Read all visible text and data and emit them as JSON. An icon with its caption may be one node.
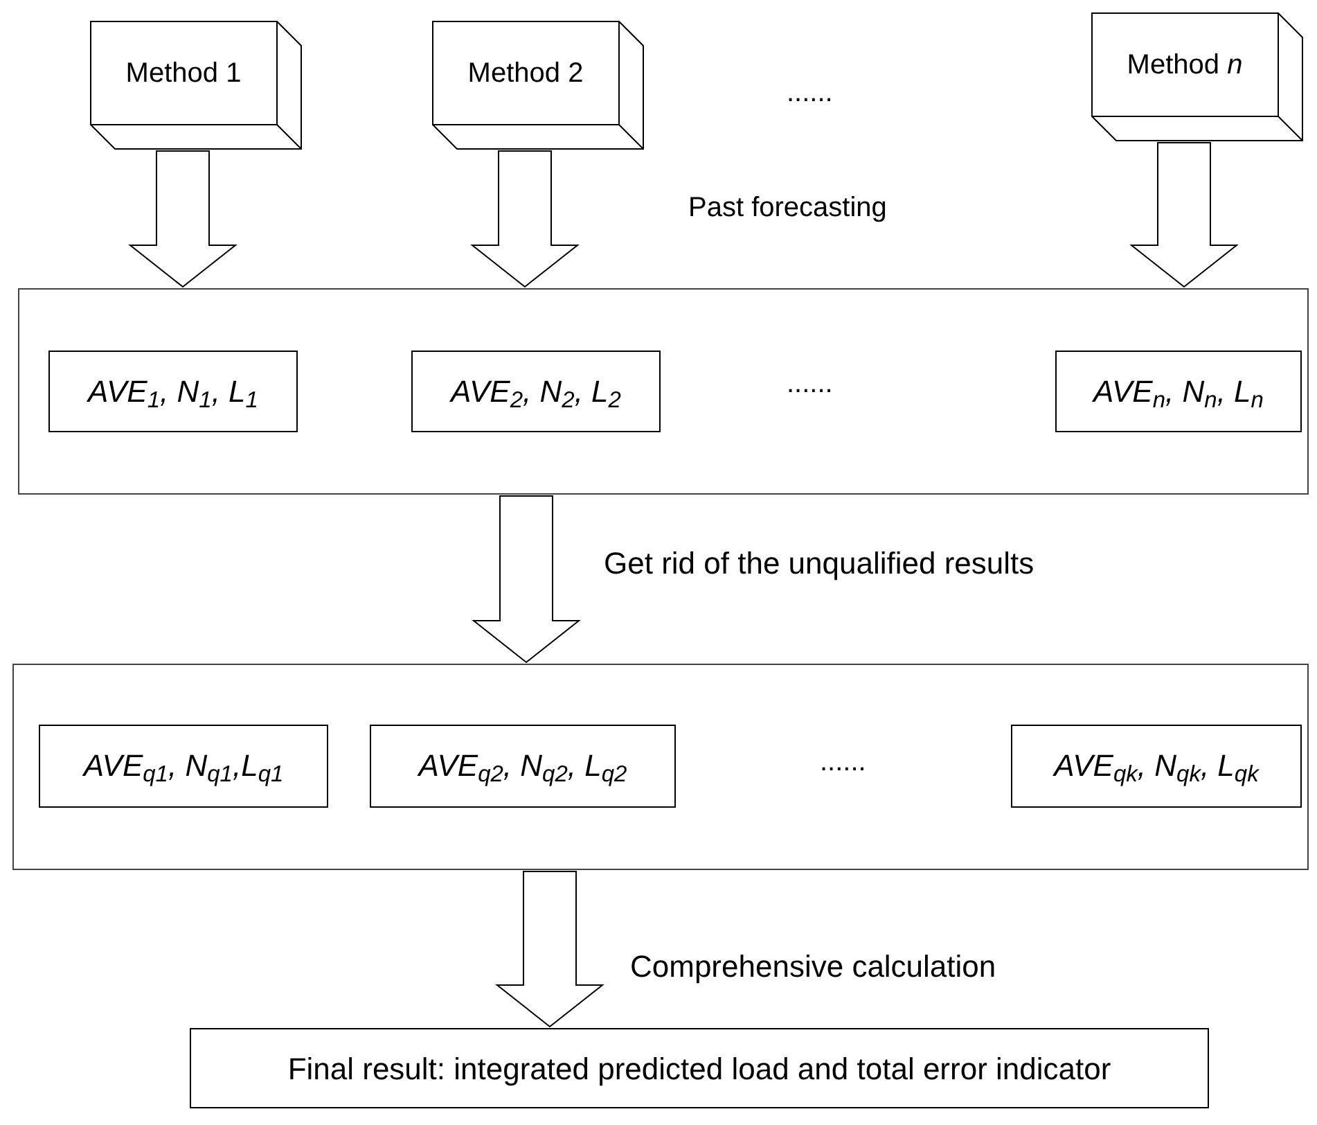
{
  "diagram": {
    "nodes": [
      {
        "text": [
          "Method 1"
        ]
      },
      {
        "text": [
          "Method 2"
        ]
      },
      {
        "text": [
          "Method *n*"
        ]
      },
      {
        "text": [],
        "shape": "box"
      },
      {
        "text": [
          "AVE$_{1}$, N$_{1}$, L$_{1}$"
        ],
        "in": 3
      },
      {
        "text": [
          "AVE$_{2}$, N$_{2}$, L$_{2}$"
        ],
        "in": 3
      },
      {
        "text": [
          "AVE$_{n}$, N$_{n}$, L$_{n}$"
        ],
        "in": 3
      },
      {
        "text": [],
        "shape": "box"
      },
      {
        "text": [
          "AVE$_{q1}$, N$_{q1}$,L$_{q1}$"
        ],
        "in": 7
      },
      {
        "text": [
          "AVE$_{q2}$, N$_{q2}$, L$_{q2}$"
        ],
        "in": 7
      },
      {
        "text": [
          "AVE$_{qk}$, N$_{qk}$, L$_{qk}$"
        ],
        "in": 7
      },
      {
        "text": [
          "Final result: integrated predicted load and total error indicator"
        ]
      }
    ],
    "edges": [
      {
        "from": 0,
        "to": 3,
        "arrow": "to"
      },
      {
        "from": 1,
        "to": 3,
        "arrow": "to"
      },
      {
        "from": 2,
        "to": 3,
        "arrow": "to"
      },
      {
        "from": 3,
        "to": 7,
        "arrow": "to",
        "label": "Get rid of the unqualified results"
      },
      {
        "from": 7,
        "to": 11,
        "arrow": "to",
        "label": "Comprehensive calculation"
      }
    ],
    "labels": [
      "......",
      "Past forecasting",
      "......",
      "......"
    ]
  }
}
